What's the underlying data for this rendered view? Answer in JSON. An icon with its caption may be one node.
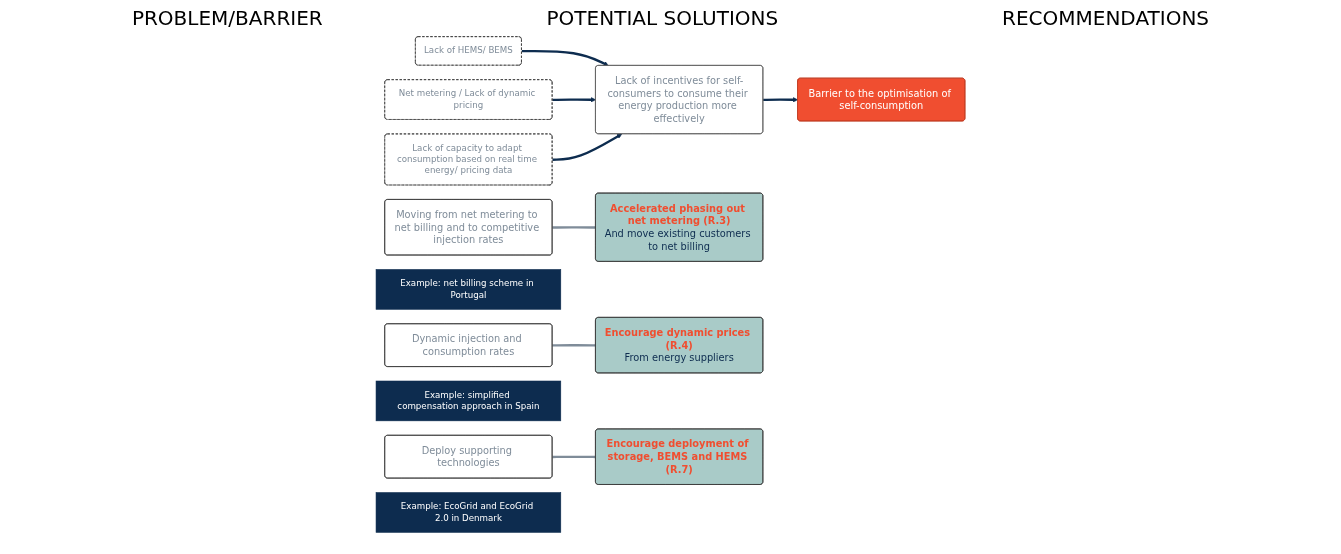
{
  "diagram": {
    "nodes": [
      {
        "text": [
          "Lack of HEMS/ BEMS"
        ]
      },
      {
        "text": [
          "Net metering / Lack of dynamic pricing"
        ]
      },
      {
        "text": [
          "Lack of capacity to adapt consumption based on real time energy/ pricing data"
        ]
      },
      {
        "text": [
          "Lack of incentives for self-consumers to consume their energy production more effectively"
        ]
      },
      {
        "text": [
          "Barrier to the optimisation of self-consumption"
        ]
      },
      {
        "text": [
          "Moving from net metering to net billing and to competitive injection rates"
        ]
      },
      {
        "text": [
          "Example: net billing scheme in Portugal"
        ]
      },
      {
        "text": [
          "Accelerated phasing out net metering (R.3)",
          "And move existing customers to net billing"
        ]
      },
      {
        "text": [
          "Dynamic injection and consumption rates"
        ]
      },
      {
        "text": [
          "Example: simplified compensation approach in Spain"
        ]
      },
      {
        "text": [
          "Encourage dynamic prices (R.4)",
          "From energy suppliers"
        ]
      },
      {
        "text": [
          "Deploy supporting technologies"
        ]
      },
      {
        "text": [
          "Example: EcoGrid and EcoGrid 2.0 in Denmark"
        ]
      },
      {
        "text": [
          "Encourage deployment of storage, BEMS and HEMS (R.7)"
        ]
      }
    ],
    "edges": [
      {
        "from": 0,
        "to": 3,
        "arrow": "to"
      },
      {
        "from": 1,
        "to": 3,
        "arrow": "to"
      },
      {
        "from": 2,
        "to": 3,
        "arrow": "to"
      },
      {
        "from": 3,
        "to": 4,
        "arrow": "to"
      },
      {
        "from": 5,
        "to": 7,
        "arrow": "none",
        "color": "#7f8c99"
      },
      {
        "from": 8,
        "to": 10,
        "arrow": "none",
        "color": "#7f8c99"
      },
      {
        "from": 11,
        "to": 13,
        "arrow": "none",
        "color": "#7f8c99"
      }
    ],
    "labels": [
      "PROBLEM/BARRIER",
      "POTENTIAL SOLUTIONS",
      "RECOMMENDATIONS"
    ]
  }
}
